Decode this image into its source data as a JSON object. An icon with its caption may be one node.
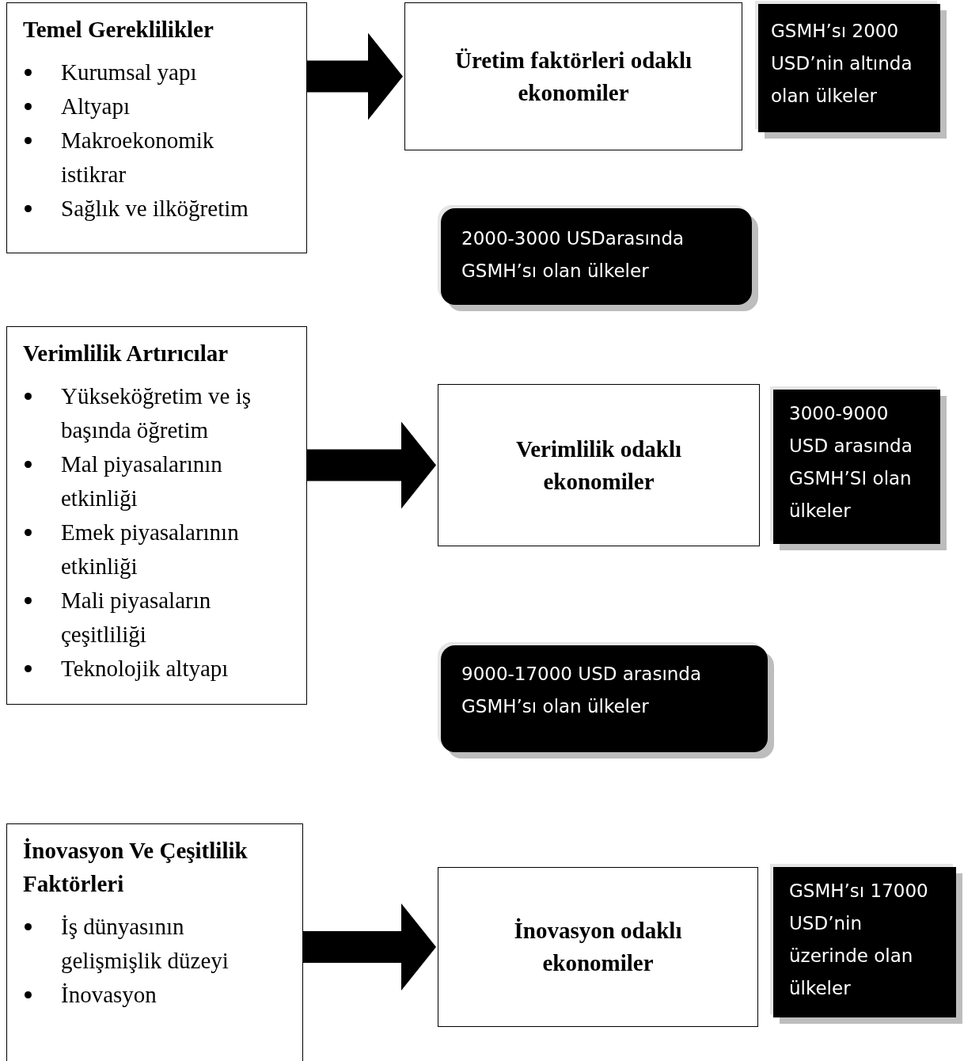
{
  "diagram": {
    "nodes": [
      {
        "text": [
          "Temel Gereklilikler",
          "Kurumsal yapı",
          "Altyapı",
          "Makroekonomik istikrar",
          "Sağlık ve ilköğretim"
        ]
      },
      {
        "text": [
          "Üretim faktörleri odaklı ekonomiler"
        ]
      },
      {
        "text": [
          "GSMH’sı 2000 USD’nin altında olan ülkeler"
        ]
      },
      {
        "text": [
          "2000-3000 USDarasında GSMH’sı olan ülkeler"
        ]
      },
      {
        "text": [
          "Verimlilik Artırıcılar",
          "Yükseköğretim ve iş başında öğretim",
          "Mal piyasalarının etkinliği",
          "Emek piyasalarının etkinliği",
          "Mali piyasaların çeşitliliği",
          "Teknolojik altyapı"
        ]
      },
      {
        "text": [
          "Verimlilik odaklı ekonomiler"
        ]
      },
      {
        "text": [
          "3000-9000 USD arasında GSMH’SI olan ülkeler"
        ]
      },
      {
        "text": [
          "9000-17000 USD arasında GSMH’sı olan ülkeler"
        ]
      },
      {
        "text": [
          "İnovasyon Ve Çeşitlilik Faktörleri",
          "İş dünyasının gelişmişlik düzeyi",
          "İnovasyon"
        ]
      },
      {
        "text": [
          "İnovasyon odaklı ekonomiler"
        ]
      },
      {
        "text": [
          "GSMH’sı 17000 USD’nin üzerinde olan ülkeler"
        ]
      }
    ],
    "edges": [
      {
        "from": 0,
        "to": 1,
        "arrow": "to"
      },
      {
        "from": 4,
        "to": 5,
        "arrow": "to"
      },
      {
        "from": 8,
        "to": 9,
        "arrow": "to"
      }
    ]
  }
}
